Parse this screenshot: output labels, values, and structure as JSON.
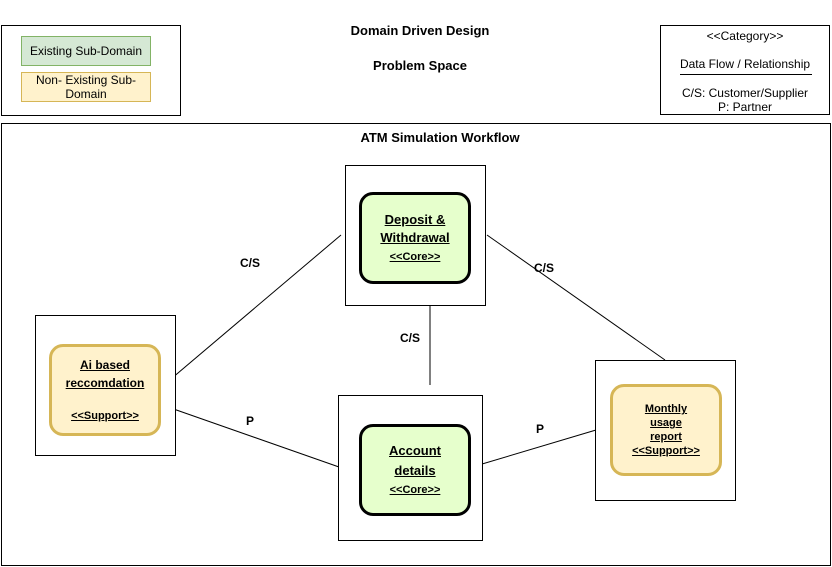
{
  "legend": {
    "existing": "Existing Sub-Domain",
    "non_existing": "Non- Existing Sub-Domain"
  },
  "header": {
    "title": "Domain Driven Design",
    "subtitle": "Problem Space"
  },
  "category_legend": {
    "title": "<<Category>>",
    "flow": "Data Flow / Relationship",
    "cs": "C/S: Customer/Supplier",
    "p": "P: Partner"
  },
  "workflow": {
    "title": "ATM Simulation Workflow",
    "nodes": {
      "deposit": {
        "line1": "Deposit &",
        "line2": "Withdrawal",
        "tag": "<<Core>>"
      },
      "account": {
        "line1": "Account",
        "line2": "details",
        "tag": "<<Core>>"
      },
      "ai": {
        "line1": "Ai based",
        "line2": "reccomdation",
        "tag": "<<Support>>"
      },
      "monthly": {
        "line1": "Monthly",
        "line2": "usage",
        "line3": "report",
        "tag": "<<Support>>"
      }
    },
    "edges": {
      "ai_deposit": "C/S",
      "deposit_monthly": "C/S",
      "deposit_account": "C/S",
      "ai_account": "P",
      "account_monthly": "P"
    }
  },
  "colors": {
    "existing_fill": "#d5e8d4",
    "existing_border": "#82b366",
    "non_existing_fill": "#fff2cc",
    "non_existing_border": "#d6b656",
    "core_fill": "#e6ffcc"
  }
}
